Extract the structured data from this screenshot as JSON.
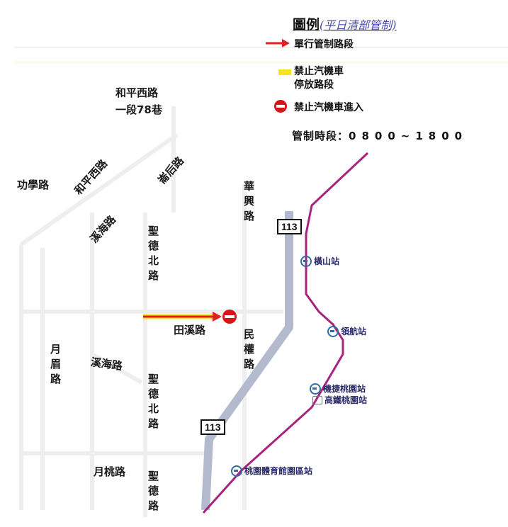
{
  "legend": {
    "title": "圖例",
    "note": "(平日清部管制)",
    "items": [
      {
        "icon": "red-arrow-icon",
        "label": "單行管制路段",
        "color": "#e02020"
      },
      {
        "icon": "yellow-bar-icon",
        "label_line1": "禁止汽機車",
        "label_line2": "停放路段",
        "color": "#f5e61a"
      },
      {
        "icon": "no-entry-icon",
        "label": "禁止汽機車進入",
        "color": "#d7141a"
      }
    ],
    "hours_label": "管制時段：",
    "hours_value": "0800~1800"
  },
  "roads": {
    "heping_lane_line1": "和平西路",
    "heping_lane_line2": "一段78巷",
    "gongxue": "功學路",
    "heping_west": "和平西路",
    "nanhou": "崙后路",
    "xihai_upper": "溪海路",
    "shengde_north_upper": "聖德北路",
    "huaxing": "華興路",
    "tianxi": "田溪路",
    "minquan": "民權路",
    "yuemei": "月眉路",
    "xihai_lower": "溪海路",
    "shengde_north_lower": "聖德北路",
    "yuetao": "月桃路",
    "shengde": "聖德路"
  },
  "route_shields": {
    "upper": "113",
    "lower": "113"
  },
  "stations": [
    {
      "name": "橫山站"
    },
    {
      "name": "領航站"
    },
    {
      "name": "機捷桃園站",
      "name2": "高鐵桃園站"
    },
    {
      "name": "桃園體育館園區站"
    }
  ],
  "colors": {
    "mrt_line": "#a8237e",
    "highway": "#b4bacd",
    "control_arrow": "#e02020",
    "no_parking": "#f5e61a"
  }
}
